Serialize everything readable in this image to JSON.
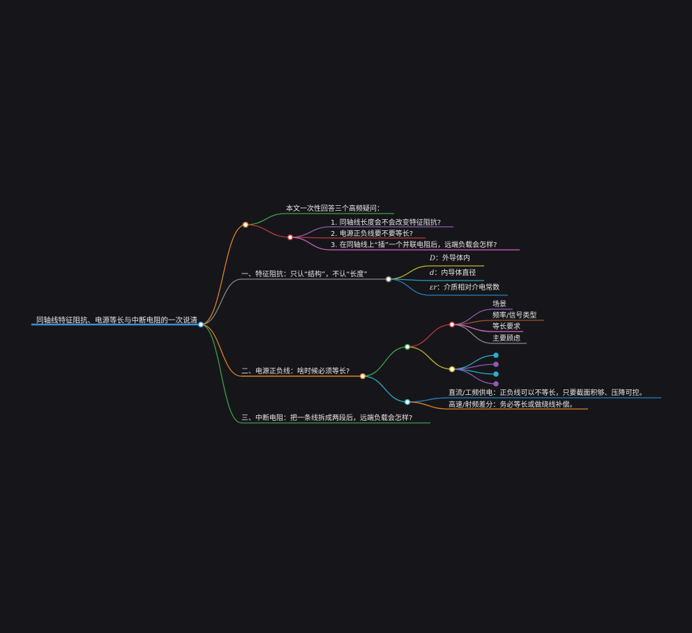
{
  "root": {
    "label": "同轴线特征阻抗、电源等长与中断电阻的一次说清",
    "color": "#3a8fd6"
  },
  "intro": {
    "color": "#e0832a",
    "heading": {
      "label": "本文一次性回答三个高频疑问：",
      "color": "#3fa14a"
    },
    "questions_group_color": "#c0393b",
    "questions": [
      {
        "label": "1. 同轴线长度会不会改变特征阻抗?",
        "color": "#8f5bb5"
      },
      {
        "label": "2. 电源正负线要不要等长?",
        "color": "#c0393b"
      },
      {
        "label": "3. 在同轴线上“插”一个并联电阻后，远端负载会怎样?",
        "color": "#d468c4"
      }
    ]
  },
  "section1": {
    "label": "一、特征阻抗：只认“结构”，不认“长度”",
    "color": "#8a8a8a",
    "params": [
      {
        "symbol": "D",
        "label": "：外导体内",
        "color": "#c8b82a"
      },
      {
        "symbol": "d",
        "label": "：内导体直径",
        "color": "#2a9fb8"
      },
      {
        "symbol": "εr",
        "label": "：介质相对介电常数",
        "color": "#2a7fc0"
      }
    ]
  },
  "section2": {
    "label": "二、电源正负线：啥时候必须等长?",
    "color": "#e0832a",
    "table_group_color": "#3fa14a",
    "table_headers_color": "#c0393b",
    "table_headers": [
      {
        "label": "场景",
        "color": "#8f5bb5"
      },
      {
        "label": "频率/信号类型",
        "color": "#a0522d"
      },
      {
        "label": "等长要求",
        "color": "#d468c4"
      },
      {
        "label": "主要顾虑",
        "color": "#8a8a8a"
      }
    ],
    "table_rows_color": "#c8b82a",
    "table_rows": [
      {
        "color": "#2ab0c8"
      },
      {
        "color": "#8f5bb5"
      },
      {
        "color": "#2ab0c8"
      },
      {
        "color": "#8f5bb5"
      }
    ],
    "conclusions_color": "#2ab0c8",
    "conclusions": [
      {
        "label": "直流/工频供电：正负线可以不等长，只要截面积够、压降可控。",
        "color": "#2a7fc0"
      },
      {
        "label": "高速/射频差分：务必等长或做绕线补偿。",
        "color": "#e0832a"
      }
    ]
  },
  "section3": {
    "label": "三、中断电阻：把一条线拆成两段后，远端负载会怎样?",
    "color": "#3fa14a"
  }
}
